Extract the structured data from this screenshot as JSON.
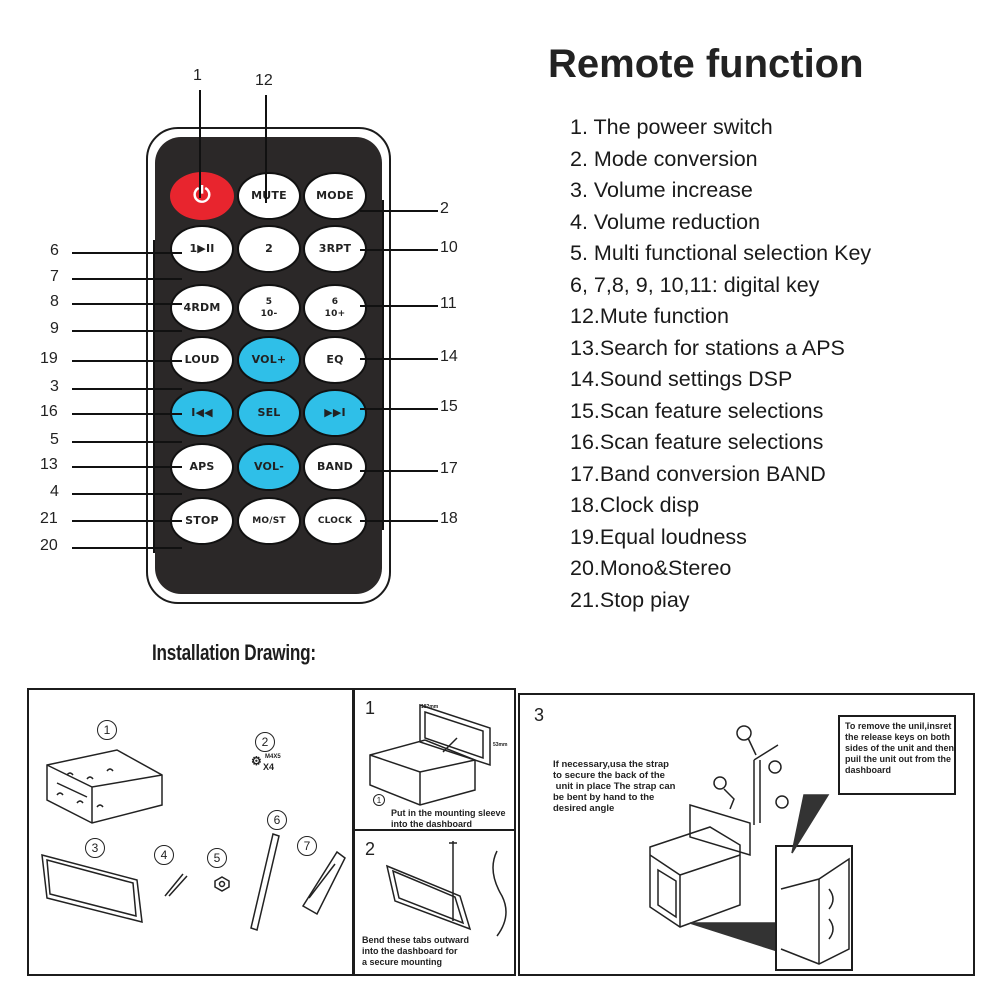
{
  "remote": {
    "buttons": [
      {
        "id": "power",
        "label": "⏻",
        "color": "#e8252e"
      },
      {
        "id": "mute",
        "label": "MUTE"
      },
      {
        "id": "mode",
        "label": "MODE"
      },
      {
        "id": "play-pause",
        "label": "1▶II"
      },
      {
        "id": "key-2",
        "label": "2"
      },
      {
        "id": "rpt",
        "label": "3RPT"
      },
      {
        "id": "rdm",
        "label": "4RDM"
      },
      {
        "id": "key-5",
        "label": "5\n10-"
      },
      {
        "id": "key-6",
        "label": "6\n10+"
      },
      {
        "id": "loud",
        "label": "LOUD"
      },
      {
        "id": "vol-up",
        "label": "VOL+",
        "color": "#2fbfe8"
      },
      {
        "id": "eq",
        "label": "EQ"
      },
      {
        "id": "prev",
        "label": "I◀◀",
        "color": "#2fbfe8"
      },
      {
        "id": "sel",
        "label": "SEL",
        "color": "#2fbfe8"
      },
      {
        "id": "next",
        "label": "▶▶I",
        "color": "#2fbfe8"
      },
      {
        "id": "aps",
        "label": "APS"
      },
      {
        "id": "vol-down",
        "label": "VOL-",
        "color": "#2fbfe8"
      },
      {
        "id": "band",
        "label": "BAND"
      },
      {
        "id": "stop",
        "label": "STOP"
      },
      {
        "id": "mo-st",
        "label": "MO/ST"
      },
      {
        "id": "clock",
        "label": "CLOCK"
      }
    ],
    "callouts_left": [
      "6",
      "7",
      "8",
      "9",
      "19",
      "3",
      "16",
      "5",
      "13",
      "4",
      "21",
      "20"
    ],
    "callouts_right": [
      "2",
      "10",
      "11",
      "14",
      "15",
      "17",
      "18"
    ],
    "callouts_top": [
      "1",
      "12"
    ]
  },
  "functions": {
    "title": "Remote function",
    "items": [
      "1. The poweer switch",
      "2. Mode conversion",
      "3. Volume increase",
      "4. Volume reduction",
      "5. Multi functional selection Key",
      "6, 7,8, 9, 10,11: digital key",
      "12.Mute function",
      "13.Search for stations a APS",
      "14.Sound settings DSP",
      "15.Scan feature selections",
      "16.Scan feature selections",
      "17.Band conversion BAND",
      "18.Clock disp",
      "19.Equal loudness",
      "20.Mono&Stereo",
      "21.Stop piay"
    ]
  },
  "installation": {
    "title": "Installation Drawing:",
    "parts": [
      "1",
      "2",
      "3",
      "4",
      "5",
      "6",
      "7"
    ],
    "screw_spec": "M4X5",
    "screw_qty": "X4",
    "step1": {
      "num": "1",
      "caption": "Put in the mounting sleeve\ninto the dashboard",
      "dim_w": "182mm",
      "dim_h": "53mm"
    },
    "step2": {
      "num": "2",
      "caption": "Bend these tabs outward\ninto the dashboard for\na secure mounting"
    },
    "step3": {
      "num": "3",
      "caption": "If necessary,usa the strap\nto secure the back of the\n unit in place The strap can\nbe bent by hand to the\ndesired angle",
      "removal_note": "To remove the unil,insret\nthe release keys on both\nsides of the unit and then\npuil the unit out from the\ndashboard"
    }
  }
}
